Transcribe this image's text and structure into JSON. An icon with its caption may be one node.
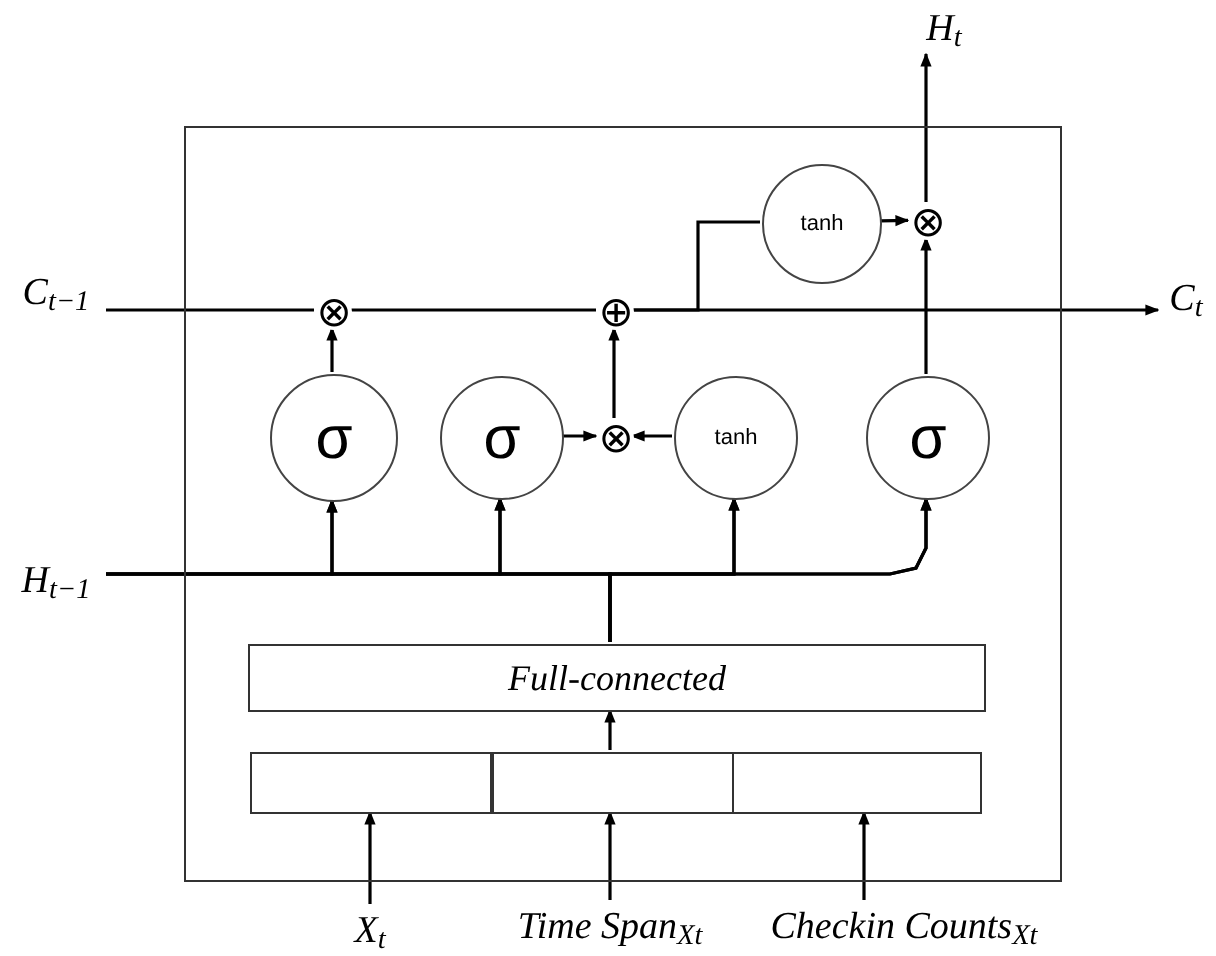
{
  "diagram": {
    "nodes": [
      {
        "text": [],
        "shape": "box"
      },
      {
        "text": [
          "H$_{t}$"
        ]
      },
      {
        "text": [
          "C$_{t−1}$"
        ]
      },
      {
        "text": [
          "C$_{t}$"
        ]
      },
      {
        "text": [
          "⊗"
        ],
        "in": 0
      },
      {
        "text": [
          "⊕"
        ],
        "in": 0
      },
      {
        "text": [
          "tanh"
        ],
        "in": 0
      },
      {
        "text": [
          "⊗"
        ],
        "in": 0
      },
      {
        "text": [
          "σ"
        ],
        "in": 0
      },
      {
        "text": [
          "σ"
        ],
        "in": 0
      },
      {
        "text": [
          "⊗"
        ],
        "in": 0
      },
      {
        "text": [
          "tanh"
        ],
        "in": 0
      },
      {
        "text": [
          "σ"
        ],
        "in": 0
      },
      {
        "text": [
          "H$_{t−1}$"
        ]
      },
      {
        "text": [
          "Full-connected"
        ],
        "in": 0
      },
      {
        "text": [],
        "shape": "box",
        "in": 0
      },
      {
        "text": [],
        "shape": "box",
        "in": 0
      },
      {
        "text": [],
        "shape": "box",
        "in": 0
      },
      {
        "text": [
          "X$_{t}$"
        ]
      },
      {
        "text": [
          "Time Span$_{Xt}$"
        ]
      },
      {
        "text": [
          "Checkin Counts$_{Xt}$"
        ]
      }
    ],
    "edges": [
      {
        "from": 2,
        "to": 4,
        "arrow": "none"
      },
      {
        "from": 4,
        "to": 5,
        "arrow": "none"
      },
      {
        "from": 5,
        "to": 3,
        "arrow": "to"
      },
      {
        "from": 5,
        "to": 6,
        "arrow": "none"
      },
      {
        "from": 6,
        "to": 7,
        "arrow": "to"
      },
      {
        "from": 7,
        "to": 1,
        "arrow": "to"
      },
      {
        "from": 8,
        "to": 4,
        "arrow": "to"
      },
      {
        "from": 9,
        "to": 10,
        "arrow": "to"
      },
      {
        "from": 11,
        "to": 10,
        "arrow": "to"
      },
      {
        "from": 10,
        "to": 5,
        "arrow": "to"
      },
      {
        "from": 12,
        "to": 7,
        "arrow": "to"
      },
      {
        "from": 16,
        "to": 14,
        "arrow": "to"
      },
      {
        "from": 18,
        "to": 15,
        "arrow": "to"
      },
      {
        "from": 19,
        "to": 16,
        "arrow": "to"
      },
      {
        "from": 20,
        "to": 17,
        "arrow": "to"
      },
      {
        "from": 13,
        "to": 8,
        "arrow": "to"
      },
      {
        "from": 13,
        "to": 9,
        "arrow": "to"
      },
      {
        "from": 13,
        "to": 11,
        "arrow": "to"
      },
      {
        "from": 13,
        "to": 12,
        "arrow": "to"
      },
      {
        "from": 14,
        "to": 8,
        "arrow": "to"
      },
      {
        "from": 14,
        "to": 9,
        "arrow": "to"
      },
      {
        "from": 14,
        "to": 11,
        "arrow": "to"
      },
      {
        "from": 14,
        "to": 12,
        "arrow": "to"
      }
    ]
  }
}
